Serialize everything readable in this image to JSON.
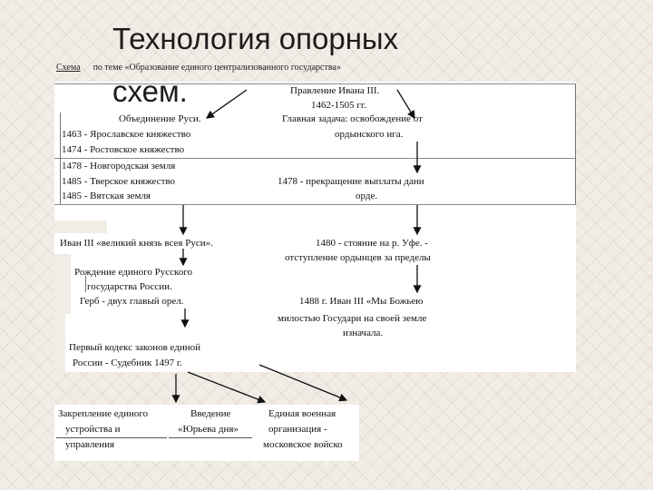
{
  "slide": {
    "title": "Технология опорных схем.",
    "caption": {
      "label": "Схема",
      "text": "по теме «Образование единого централизованного государства»"
    }
  },
  "scheme": {
    "top": {
      "header": [
        "Правление Ивана III.",
        "1462-1505 гг."
      ],
      "left_head": "Объединение Руси.",
      "right_head": [
        "Главная задача: освобождение от",
        "ордынского ига."
      ]
    },
    "unification": [
      "1463 - Ярославское княжество",
      "1474 - Ростовское княжество",
      "1478 - Новгородская земля",
      "1485 - Тверское княжество",
      "1485 - Вятская земля"
    ],
    "tribute_stop": [
      "1478 - прекращение выплаты дани",
      "орде."
    ],
    "title_claim": "Иван III «великий князь всея Руси».",
    "ugra_standoff": [
      "1480 - стояние на р. Уфе. -",
      "отступление ордынцев за пределы"
    ],
    "state_birth": [
      "Рождение единого Русского",
      "государства России."
    ],
    "coat_of_arms": "Герб - двух главый орел.",
    "divine_rule": [
      "1488 г. Иван III «Мы Божьею",
      "милостью Государи на своей земле",
      "изначала."
    ],
    "law_code": [
      "Первый кодекс законов единой",
      "России - Судебник 1497 г."
    ],
    "outcomes": [
      {
        "lines": [
          "Закрепление единого",
          "устройства и",
          "управления"
        ]
      },
      {
        "lines": [
          "Введение",
          "«Юрьева дня»"
        ]
      },
      {
        "lines": [
          "Единая военная",
          "организация -",
          "московское войско"
        ]
      }
    ]
  }
}
